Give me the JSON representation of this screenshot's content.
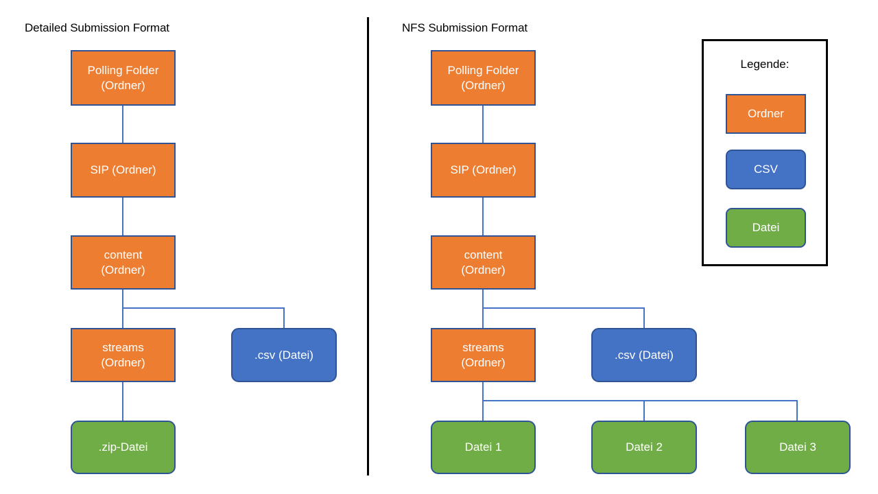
{
  "diagram": {
    "title_left": "Detailed Submission Format",
    "title_right": "NFS Submission Format",
    "colors": {
      "folder_fill": "#ed7d31",
      "csv_fill": "#4472c4",
      "file_fill": "#70ad47",
      "node_border": "#2e5496",
      "connector": "#4472c4",
      "divider": "#000000",
      "background": "#ffffff",
      "node_text": "#ffffff",
      "title_text": "#000000"
    }
  },
  "left_column": {
    "title": "Detailed Submission Format",
    "nodes": [
      {
        "id": "l-polling",
        "label": "Polling Folder\n(Ordner)",
        "type": "folder"
      },
      {
        "id": "l-sip",
        "label": "SIP (Ordner)",
        "type": "folder"
      },
      {
        "id": "l-content",
        "label": "content\n(Ordner)",
        "type": "folder"
      },
      {
        "id": "l-streams",
        "label": "streams\n(Ordner)",
        "type": "folder"
      },
      {
        "id": "l-csv",
        "label": ".csv (Datei)",
        "type": "csv"
      },
      {
        "id": "l-zip",
        "label": ".zip-Datei",
        "type": "file"
      }
    ]
  },
  "right_column": {
    "title": "NFS Submission Format",
    "nodes": [
      {
        "id": "r-polling",
        "label": "Polling Folder\n(Ordner)",
        "type": "folder"
      },
      {
        "id": "r-sip",
        "label": "SIP (Ordner)",
        "type": "folder"
      },
      {
        "id": "r-content",
        "label": "content\n(Ordner)",
        "type": "folder"
      },
      {
        "id": "r-streams",
        "label": "streams\n(Ordner)",
        "type": "folder"
      },
      {
        "id": "r-csv",
        "label": ".csv (Datei)",
        "type": "csv"
      },
      {
        "id": "r-datei1",
        "label": "Datei 1",
        "type": "file"
      },
      {
        "id": "r-datei2",
        "label": "Datei 2",
        "type": "file"
      },
      {
        "id": "r-datei3",
        "label": "Datei 3",
        "type": "file"
      }
    ]
  },
  "legend": {
    "title": "Legende:",
    "items": [
      {
        "label": "Ordner",
        "type": "folder"
      },
      {
        "label": "CSV",
        "type": "csv"
      },
      {
        "label": "Datei",
        "type": "file"
      }
    ]
  }
}
